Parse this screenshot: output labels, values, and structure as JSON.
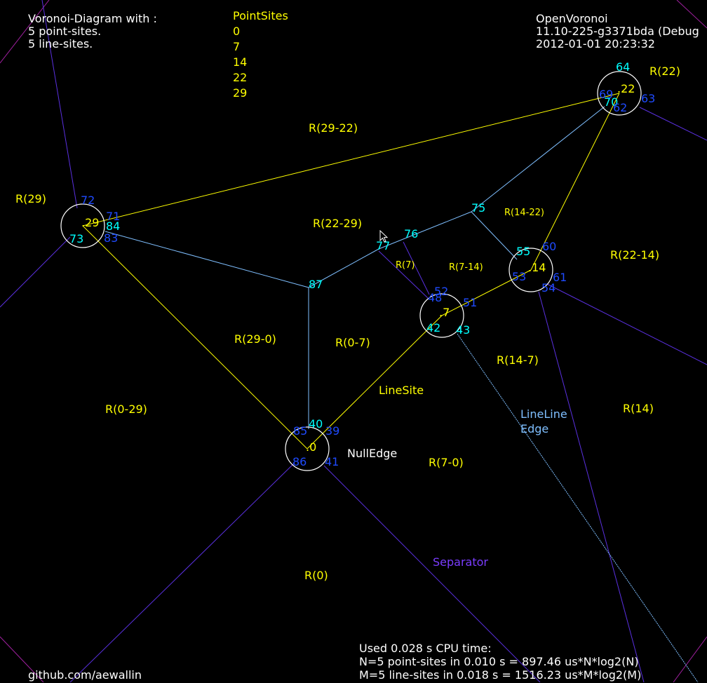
{
  "header_left": {
    "line1": "Voronoi-Diagram with :",
    "line2": "5 point-sites.",
    "line3": "5 line-sites."
  },
  "point_sites_panel": {
    "title": "PointSites",
    "items": [
      "0",
      "7",
      "14",
      "22",
      "29"
    ]
  },
  "header_right": {
    "line1": "OpenVoronoi",
    "line2": "11.10-225-g3371bda (Debug",
    "line3": "2012-01-01 20:23:32"
  },
  "footer_left": "github.com/aewallin",
  "footer_right": {
    "line1": "Used 0.028 s CPU time:",
    "line2": "N=5 point-sites in 0.010 s = 897.46 us*N*log2(N)",
    "line3": "M=5 line-sites in 0.018 s = 1516.23 us*M*log2(M)"
  },
  "sites": [
    {
      "id": "site-0",
      "label": ".0"
    },
    {
      "id": "site-7",
      "label": ".7"
    },
    {
      "id": "site-14",
      "label": ".14"
    },
    {
      "id": "site-22",
      "label": ".22"
    },
    {
      "id": "site-29",
      "label": ".29"
    }
  ],
  "region_labels": [
    "R(29-22)",
    "R(29)",
    "R(22-29)",
    "R(7)",
    "R(7-14)",
    "R(14-22)",
    "R(22)",
    "R(22-14)",
    "R(29-0)",
    "R(0-7)",
    "R(14-7)",
    "R(0-29)",
    "R(14)",
    "R(7-0)",
    "R(0)"
  ],
  "legend_labels": {
    "line_site": "LineSite",
    "null_edge": "NullEdge",
    "line_line_edge_1": "LineLine",
    "line_line_edge_2": "Edge",
    "separator": "Separator"
  },
  "vertex_labels_cyan": [
    "64",
    "70",
    "84",
    "73",
    "87",
    "77",
    "76",
    "75",
    "55",
    "42",
    "43",
    "40",
    "7",
    "14",
    "22",
    "29",
    "0"
  ],
  "vertex_labels_blue": [
    "69",
    "62",
    "63",
    "72",
    "71",
    "83",
    "60",
    "53",
    "61",
    "54",
    "52",
    "48",
    "51",
    "85",
    "39",
    "86",
    "41"
  ],
  "colors": {
    "background": "#000000",
    "region_label": "#ffff00",
    "line_site": "#ffff00",
    "line_line_edge": "#7fbfff",
    "separator": "#7a3cff",
    "vertex_cyan": "#00ffff",
    "vertex_blue": "#1f4bff",
    "null_edge": "#ffffff",
    "boundary": "#a020a0"
  }
}
